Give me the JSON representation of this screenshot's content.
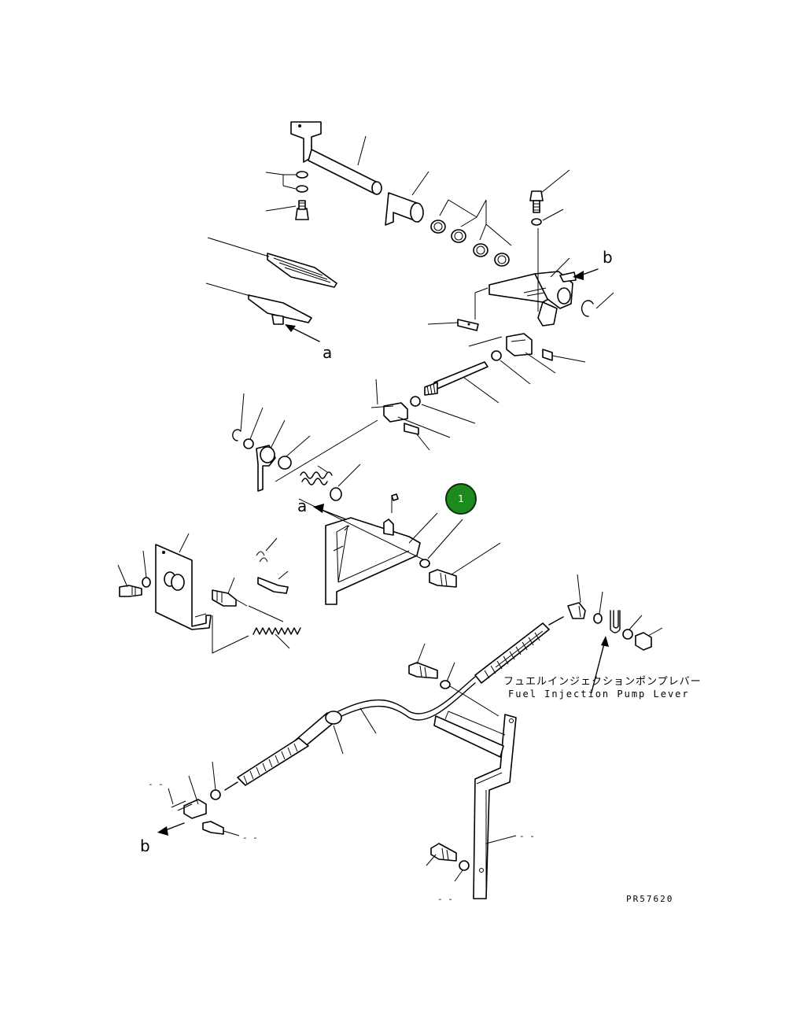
{
  "labels": {
    "a_top": "a",
    "a_mid": "a",
    "b_right": "b",
    "b_left": "b"
  },
  "callout": {
    "number": "1",
    "color": "#1c8a1c"
  },
  "caption": {
    "japanese": "フュエルインジェクションポンプレバー",
    "english": "Fuel Injection Pump Lever"
  },
  "drawing_code": "PR57620",
  "placeholders": {
    "left_upper": "- -",
    "left_lower": "- -",
    "bracket": "- -",
    "bottom": "- -"
  }
}
